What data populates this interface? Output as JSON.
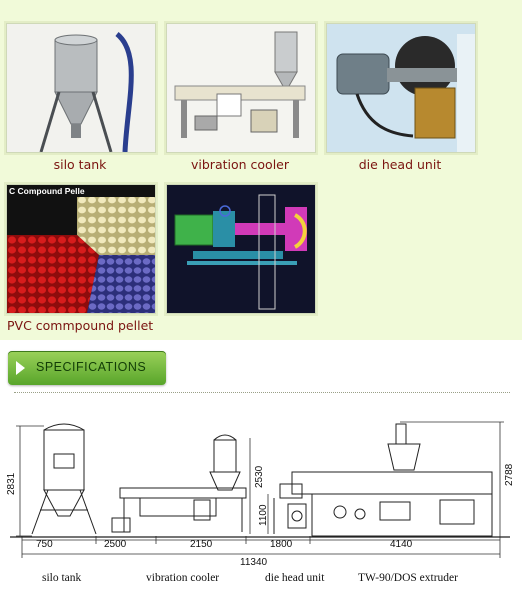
{
  "gallery": {
    "items": [
      {
        "caption": "silo tank",
        "icon": "silo-tank-photo"
      },
      {
        "caption": "vibration cooler",
        "icon": "vibration-cooler-photo"
      },
      {
        "caption": "die head unit",
        "icon": "die-head-photo"
      },
      {
        "caption": "PVC commpound pellet",
        "icon": "pellet-photo",
        "overlay_text": "C Compound Pelle"
      },
      {
        "caption": "",
        "icon": "extruder-schematic"
      }
    ]
  },
  "specs_button": {
    "label": "SPECIFICATIONS",
    "icon": "chevron-right-icon"
  },
  "diagram": {
    "dimensions": {
      "silo_height": "2831",
      "cooler_height": "2530",
      "extruder_height": "2788",
      "die_height": "1100",
      "seg_750": "750",
      "seg_2500": "2500",
      "seg_2150": "2150",
      "seg_1800": "1800",
      "seg_4140": "4140",
      "total": "11340"
    },
    "labels": [
      "silo tank",
      "vibration cooler",
      "die head unit",
      "TW-90/DOS extruder"
    ]
  },
  "colors": {
    "gallery_bg": "#f1fad9",
    "caption": "#7a1410",
    "button": "#58a52a"
  }
}
